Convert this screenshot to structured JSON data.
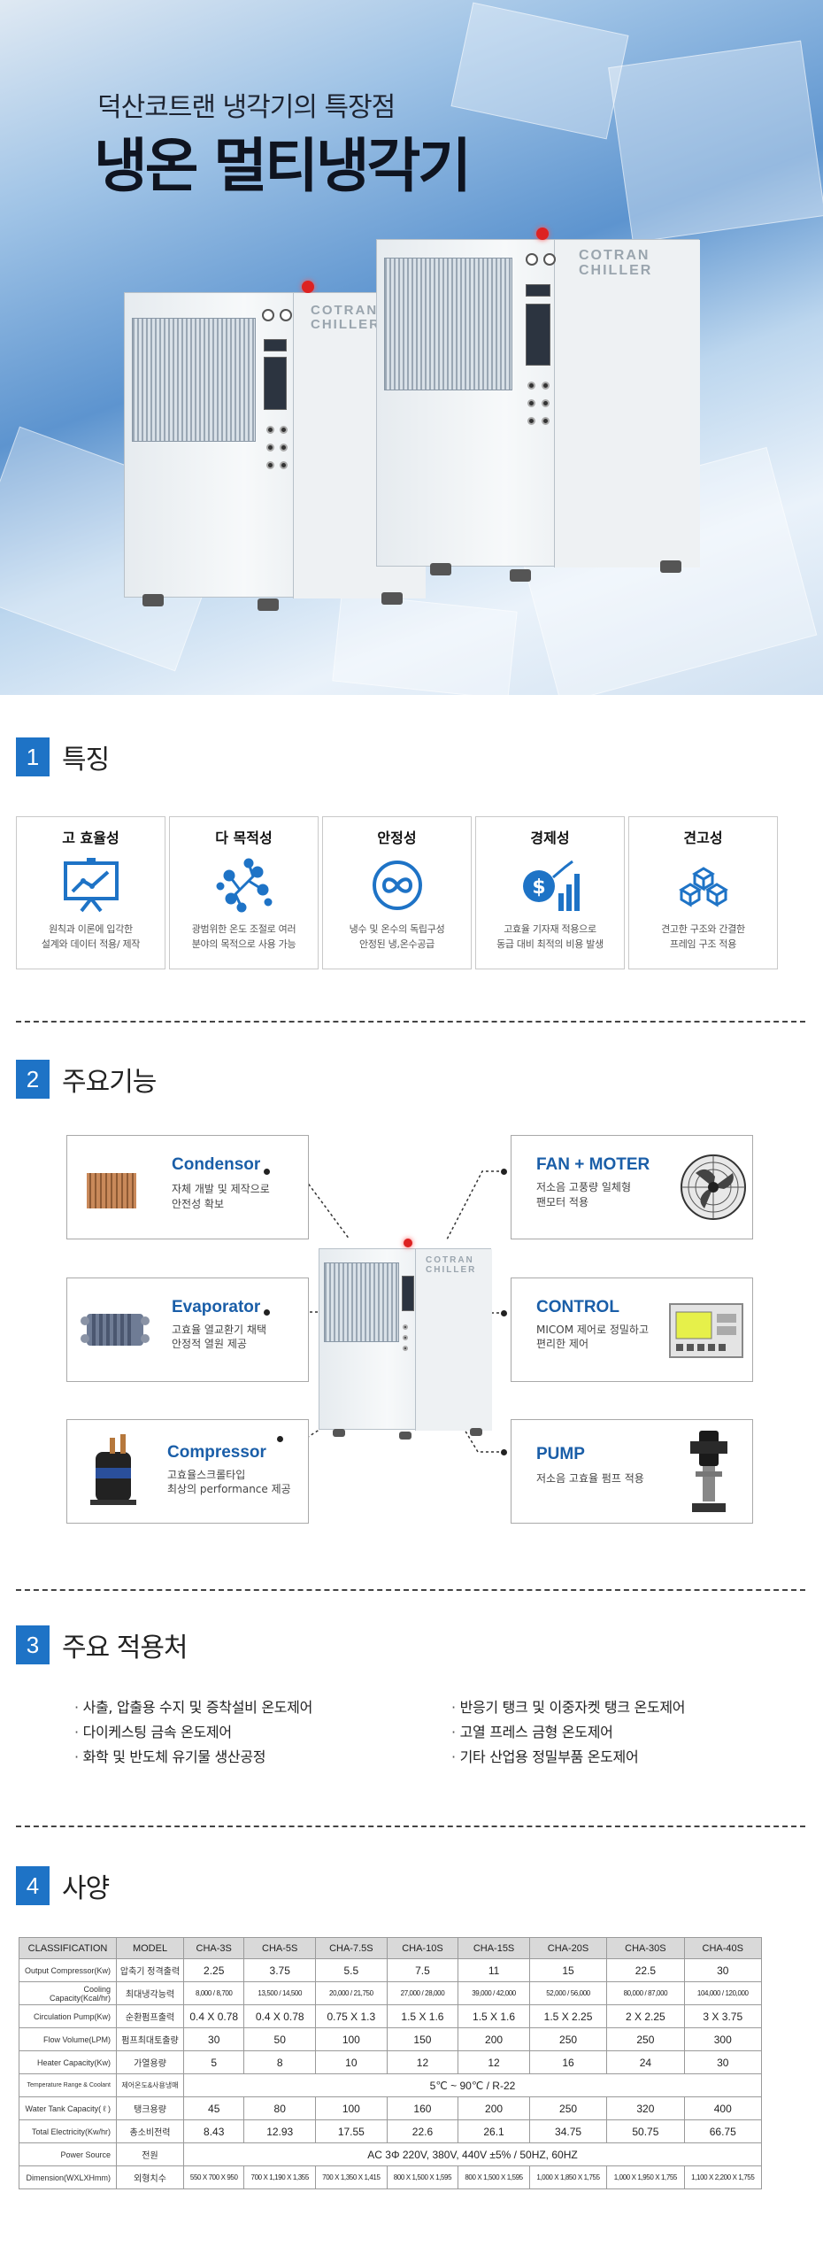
{
  "hero": {
    "subtitle": "덕산코트랜 냉각기의 특장점",
    "title": "냉온 멀티냉각기",
    "brand": "COTRAN CHILLER"
  },
  "section1": {
    "num": "1",
    "title": "특징",
    "items": [
      {
        "title": "고 효율성",
        "icon": "presentation-chart-icon",
        "desc1": "원칙과 이론에 입각한",
        "desc2": "설계와 데이터 적용/ 제작"
      },
      {
        "title": "다 목적성",
        "icon": "network-nodes-icon",
        "desc1": "광범위한 온도 조절로 여러",
        "desc2": "분야의 목적으로 사용 가능"
      },
      {
        "title": "안정성",
        "icon": "infinity-link-icon",
        "desc1": "냉수 및 온수의 독립구성",
        "desc2": "안정된 냉,온수공급"
      },
      {
        "title": "경제성",
        "icon": "dollar-growth-icon",
        "desc1": "고효율 기자재 적용으로",
        "desc2": "동급 대비 최적의 비용 발생"
      },
      {
        "title": "견고성",
        "icon": "cubes-icon",
        "desc1": "견고한 구조와 간결한",
        "desc2": "프레임 구조 적용"
      }
    ]
  },
  "section2": {
    "num": "2",
    "title": "주요기능",
    "items": {
      "condensor": {
        "title": "Condensor",
        "desc1": "자체 개발 및 제작으로",
        "desc2": "안전성 확보"
      },
      "evaporator": {
        "title": "Evaporator",
        "desc1": "고효율 열교환기 채택",
        "desc2": "안정적 열원 제공"
      },
      "compressor": {
        "title": "Compressor",
        "desc1": "고효율스크롤타입",
        "desc2": "최상의 performance 제공"
      },
      "fan": {
        "title": "FAN + MOTER",
        "desc1": "저소음 고풍량 일체형",
        "desc2": "팬모터 적용"
      },
      "control": {
        "title": "CONTROL",
        "desc1": "MICOM 제어로 정밀하고",
        "desc2": "편리한 제어"
      },
      "pump": {
        "title": "PUMP",
        "desc1": "저소음 고효율 펌프 적용",
        "desc2": ""
      }
    }
  },
  "section3": {
    "num": "3",
    "title": "주요 적용처",
    "left": [
      "사출, 압출용 수지 및 증착설비 온도제어",
      "다이케스팅 금속 온도제어",
      "화학 및 반도체 유기물 생산공정"
    ],
    "right": [
      "반응기 탱크 및 이중자켓 탱크 온도제어",
      "고열 프레스 금형 온도제어",
      "기타 산업용 정밀부품 온도제어"
    ]
  },
  "section4": {
    "num": "4",
    "title": "사양",
    "headers": [
      "CLASSIFICATION",
      "MODEL",
      "CHA-3S",
      "CHA-5S",
      "CHA-7.5S",
      "CHA-10S",
      "CHA-15S",
      "CHA-20S",
      "CHA-30S",
      "CHA-40S"
    ],
    "rows": [
      {
        "en": "Output Compressor(Kw)",
        "ko": "압축기 정격출력",
        "vals": [
          "2.25",
          "3.75",
          "5.5",
          "7.5",
          "11",
          "15",
          "22.5",
          "30"
        ]
      },
      {
        "en": "Cooling Capacity(Kcal/hr)",
        "ko": "최대냉각능력",
        "vals": [
          "8,000 / 8,700",
          "13,500 / 14,500",
          "20,000 / 21,750",
          "27,000 / 28,000",
          "39,000 / 42,000",
          "52,000 / 56,000",
          "80,000 / 87,000",
          "104,000 / 120,000"
        ]
      },
      {
        "en": "Circulation Pump(Kw)",
        "ko": "순환펌프출력",
        "vals": [
          "0.4 X 0.78",
          "0.4 X 0.78",
          "0.75 X 1.3",
          "1.5 X 1.6",
          "1.5 X 1.6",
          "1.5 X 2.25",
          "2 X 2.25",
          "3 X 3.75"
        ]
      },
      {
        "en": "Flow Volume(LPM)",
        "ko": "펌프최대토출량",
        "vals": [
          "30",
          "50",
          "100",
          "150",
          "200",
          "250",
          "250",
          "300"
        ]
      },
      {
        "en": "Heater Capacity(Kw)",
        "ko": "가열용량",
        "vals": [
          "5",
          "8",
          "10",
          "12",
          "12",
          "16",
          "24",
          "30"
        ]
      },
      {
        "en": "Temperature Range & Coolant",
        "ko": "제어온도&사용냉매",
        "span": "5℃ ~ 90℃ / R-22"
      },
      {
        "en": "Water Tank Capacity( ℓ )",
        "ko": "탱크용량",
        "vals": [
          "45",
          "80",
          "100",
          "160",
          "200",
          "250",
          "320",
          "400"
        ]
      },
      {
        "en": "Total Electricity(Kw/hr)",
        "ko": "총소비전력",
        "vals": [
          "8.43",
          "12.93",
          "17.55",
          "22.6",
          "26.1",
          "34.75",
          "50.75",
          "66.75"
        ]
      },
      {
        "en": "Power Source",
        "ko": "전원",
        "span": "AC 3Φ 220V, 380V, 440V ±5% / 50HZ, 60HZ"
      },
      {
        "en": "Dimension(WXLXHmm)",
        "ko": "외형치수",
        "vals": [
          "550 X 700 X 950",
          "700 X 1,190 X 1,355",
          "700 X 1,350 X 1,415",
          "800 X 1,500 X 1,595",
          "800 X 1,500 X 1,595",
          "1,000 X 1,850 X 1,755",
          "1,000 X 1,950 X 1,755",
          "1,100 X 2,200 X 1,755"
        ]
      }
    ]
  }
}
